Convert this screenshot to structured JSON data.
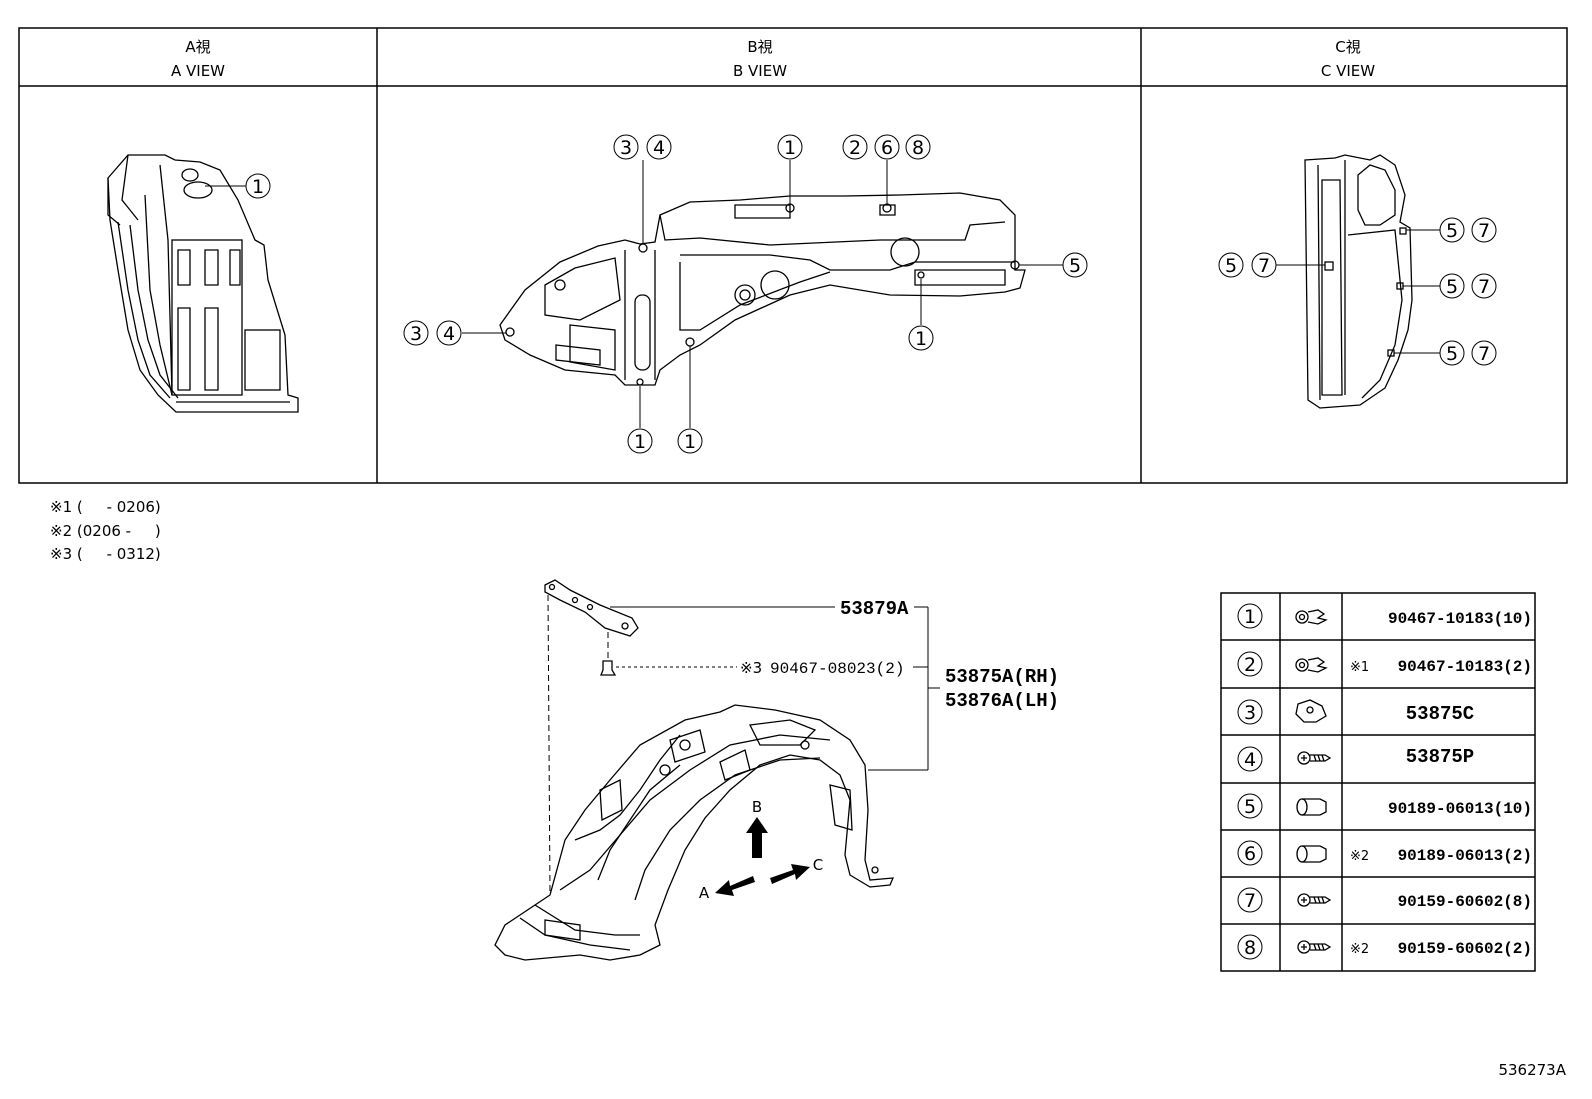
{
  "views": [
    {
      "jp": "A視",
      "en": "A VIEW"
    },
    {
      "jp": "B視",
      "en": "B VIEW"
    },
    {
      "jp": "C視",
      "en": "C VIEW"
    }
  ],
  "callouts": {
    "a_view": [
      "1"
    ],
    "b_view": [
      "3",
      "4",
      "1",
      "2",
      "6",
      "8",
      "5",
      "3",
      "4",
      "1",
      "1",
      "1"
    ],
    "c_view": [
      "5",
      "7",
      "5",
      "7",
      "5",
      "7",
      "5",
      "7"
    ]
  },
  "notes": [
    "※1 (     - 0206)",
    "※2 (0206 -     )",
    "※3 (     - 0312)"
  ],
  "main": {
    "part_53879A": "53879A",
    "clip_note": "※3",
    "clip_part": "90467-08023(2)",
    "part_rh": "53875A(RH)",
    "part_lh": "53876A(LH)",
    "arrow_b": "B",
    "arrow_a": "A",
    "arrow_c": "C"
  },
  "table": [
    {
      "key": "1",
      "note": "",
      "part": "90467-10183(10)",
      "icon": "push-clip-icon"
    },
    {
      "key": "2",
      "note": "※1",
      "part": "90467-10183(2)",
      "icon": "push-clip-icon"
    },
    {
      "key": "3",
      "note": "",
      "part": "53875C",
      "icon": "retainer-nut-icon"
    },
    {
      "key": "4",
      "note": "",
      "part": "53875P",
      "icon": "screw-icon"
    },
    {
      "key": "5",
      "note": "",
      "part": "90189-06013(10)",
      "icon": "grommet-icon"
    },
    {
      "key": "6",
      "note": "※2",
      "part": "90189-06013(2)",
      "icon": "grommet-icon"
    },
    {
      "key": "7",
      "note": "",
      "part": "90159-60602(8)",
      "icon": "screw-icon"
    },
    {
      "key": "8",
      "note": "※2",
      "part": "90159-60602(2)",
      "icon": "screw-icon"
    }
  ],
  "figure_id": "536273A"
}
